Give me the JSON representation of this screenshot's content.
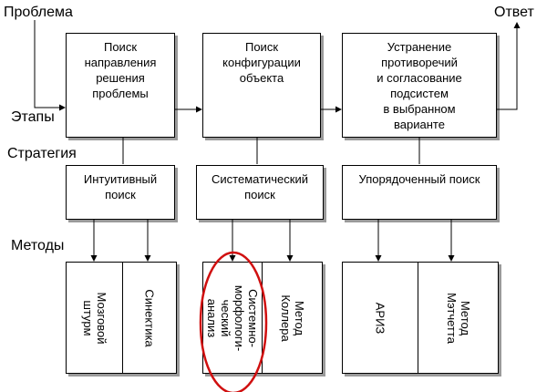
{
  "labels": {
    "problem": "Проблема",
    "answer": "Ответ",
    "stages": "Этапы",
    "strategy": "Стратегия",
    "methods": "Методы"
  },
  "stages": [
    "Поиск\nнаправления\nрешения\nпроблемы",
    "Поиск\nконфигурации\nобъекта",
    "Устранение\nпротиворечий\nи согласование\nподсистем\nв выбранном\nварианте"
  ],
  "strategies": [
    "Интуитивный\nпоиск",
    "Систематический\nпоиск",
    "Упорядоченный поиск"
  ],
  "methods": [
    [
      "Мозговой\nштурм",
      "Синектика"
    ],
    [
      "Системно-\nморфологи-\nческий анализ",
      "Метод Коллера"
    ],
    [
      "АРИЗ",
      "Метод\nМэтчетта"
    ]
  ],
  "colors": {
    "line": "#000000",
    "shadow": "#9a9a9a",
    "highlight": "#d01010"
  }
}
